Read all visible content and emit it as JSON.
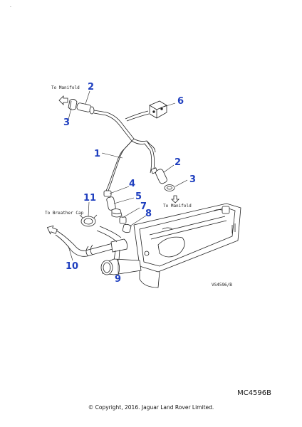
{
  "diagram": {
    "callouts": [
      "1",
      "2",
      "3",
      "6",
      "2",
      "3",
      "4",
      "5",
      "7",
      "8",
      "11",
      "10",
      "9"
    ],
    "annotations": {
      "to_manifold_top": "To Manifold",
      "to_manifold_right": "To Manifold",
      "to_breather_cap": "To Breather Cap",
      "drawing_code": "VS4596/B"
    }
  },
  "footer": {
    "reference_code": "MC4596B",
    "copyright": "© Copyright, 2016. Jaguar Land Rover Limited."
  },
  "corner_mark": "-"
}
